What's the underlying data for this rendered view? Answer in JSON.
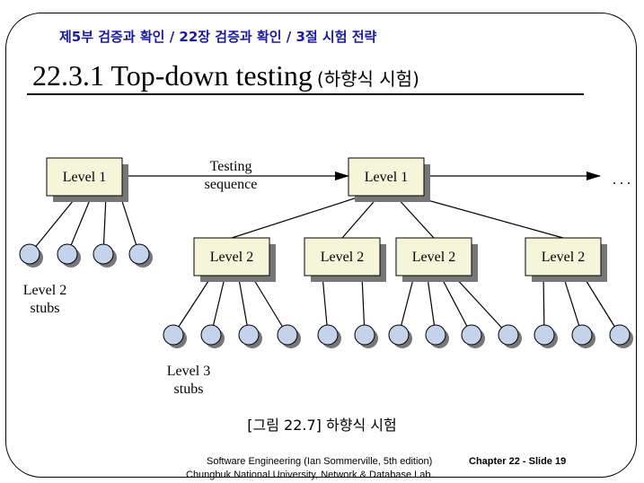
{
  "header": "제5부 검증과 확인 / 22장 검증과 확인 / 3절 시험 전략",
  "title": {
    "main": "22.3.1 Top-down testing",
    "sub": "(하향식 시험)"
  },
  "diagram": {
    "level1_label": "Level 1",
    "level2_label": "Level 2",
    "testing_sequence": [
      "Testing",
      "sequence"
    ],
    "ellipsis": ". . .",
    "level2_stubs": [
      "Level 2",
      "stubs"
    ],
    "level3_stubs": [
      "Level 3",
      "stubs"
    ]
  },
  "caption": {
    "figure": "[그림 22.7]",
    "text": "하향식 시험"
  },
  "footer": {
    "source": "Software Engineering (Ian Sommerville, 5th edition)",
    "org": "Chungbuk National University, Network & Database Lab.",
    "slide": "Chapter 22 - Slide 19"
  },
  "colors": {
    "box_fill": "#f4f5d9",
    "stub_fill": "#c5d3ea",
    "shadow": "#777777",
    "header_text": "#1a1aa0"
  }
}
